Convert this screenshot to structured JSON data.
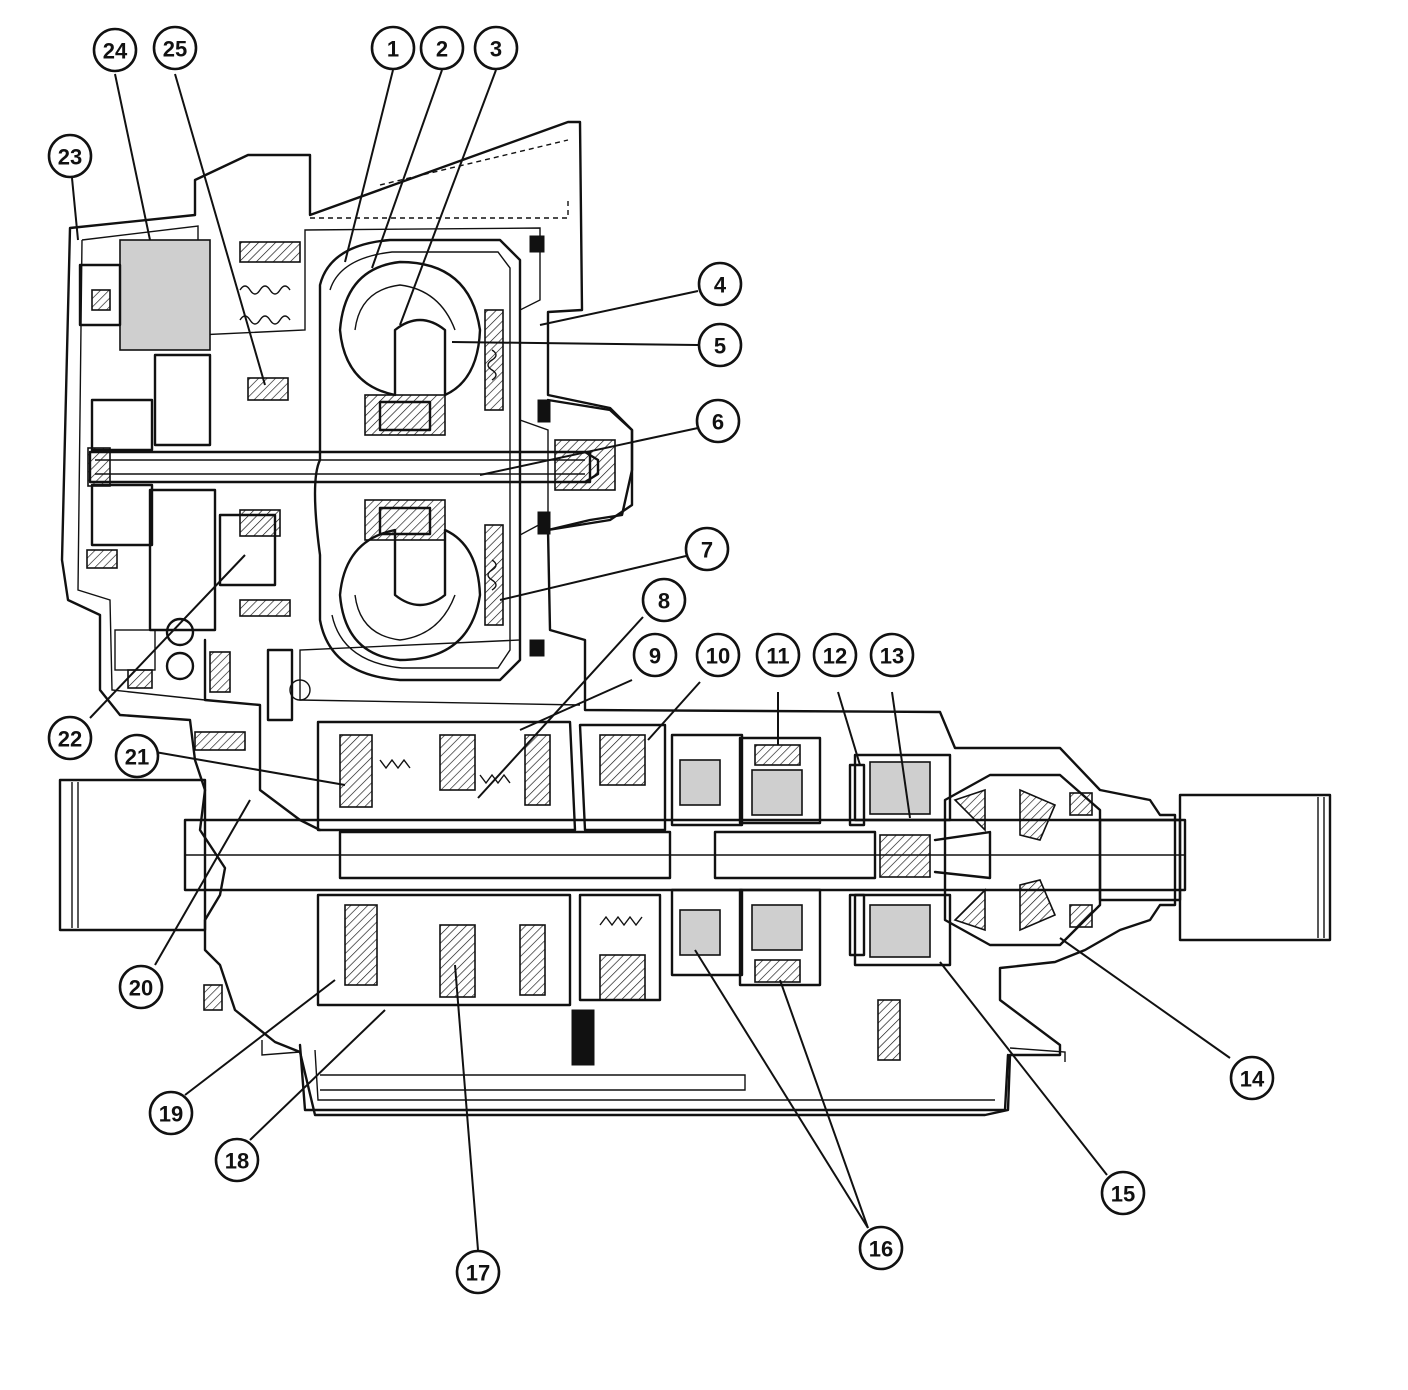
{
  "callouts": [
    {
      "id": "1",
      "label": "1"
    },
    {
      "id": "2",
      "label": "2"
    },
    {
      "id": "3",
      "label": "3"
    },
    {
      "id": "4",
      "label": "4"
    },
    {
      "id": "5",
      "label": "5"
    },
    {
      "id": "6",
      "label": "6"
    },
    {
      "id": "7",
      "label": "7"
    },
    {
      "id": "8",
      "label": "8"
    },
    {
      "id": "9",
      "label": "9"
    },
    {
      "id": "10",
      "label": "10"
    },
    {
      "id": "11",
      "label": "11"
    },
    {
      "id": "12",
      "label": "12"
    },
    {
      "id": "13",
      "label": "13"
    },
    {
      "id": "14",
      "label": "14"
    },
    {
      "id": "15",
      "label": "15"
    },
    {
      "id": "16",
      "label": "16"
    },
    {
      "id": "17",
      "label": "17"
    },
    {
      "id": "18",
      "label": "18"
    },
    {
      "id": "19",
      "label": "19"
    },
    {
      "id": "20",
      "label": "20"
    },
    {
      "id": "21",
      "label": "21"
    },
    {
      "id": "22",
      "label": "22"
    },
    {
      "id": "23",
      "label": "23"
    },
    {
      "id": "24",
      "label": "24"
    },
    {
      "id": "25",
      "label": "25"
    }
  ],
  "colors": {
    "line": "#111111",
    "background": "#ffffff"
  }
}
